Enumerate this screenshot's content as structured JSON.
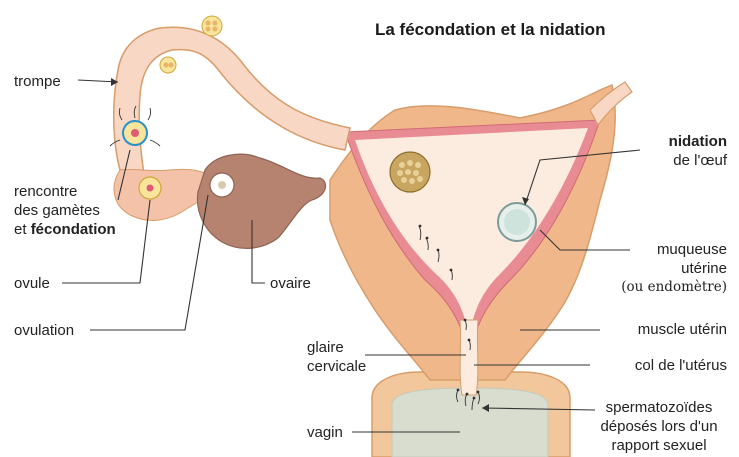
{
  "title": "La fécondation et la nidation",
  "labels": {
    "trompe": "trompe",
    "rencontre_1": "rencontre",
    "rencontre_2": "des gamètes",
    "rencontre_3_prefix": "et ",
    "rencontre_3_bold": "fécondation",
    "ovule": "ovule",
    "ovulation": "ovulation",
    "ovaire": "ovaire",
    "nidation_bold": "nidation",
    "nidation_2": "de l'œuf",
    "muqueuse_1": "muqueuse",
    "muqueuse_2": "utérine",
    "muqueuse_3": "(ou endomètre)",
    "muscle": "muscle utérin",
    "glaire_1": "glaire",
    "glaire_2": "cervicale",
    "col": "col de l'utérus",
    "sperm_1": "spermatozoïdes",
    "sperm_2": "déposés lors d'un",
    "sperm_3": "rapport sexuel",
    "vagin": "vagin"
  },
  "colors": {
    "muscle": "#f0b88a",
    "endometrium": "#e98b93",
    "tube": "#f8d7c4",
    "ovary": "#b5836f",
    "vagina_canal": "#d9ddd0"
  }
}
